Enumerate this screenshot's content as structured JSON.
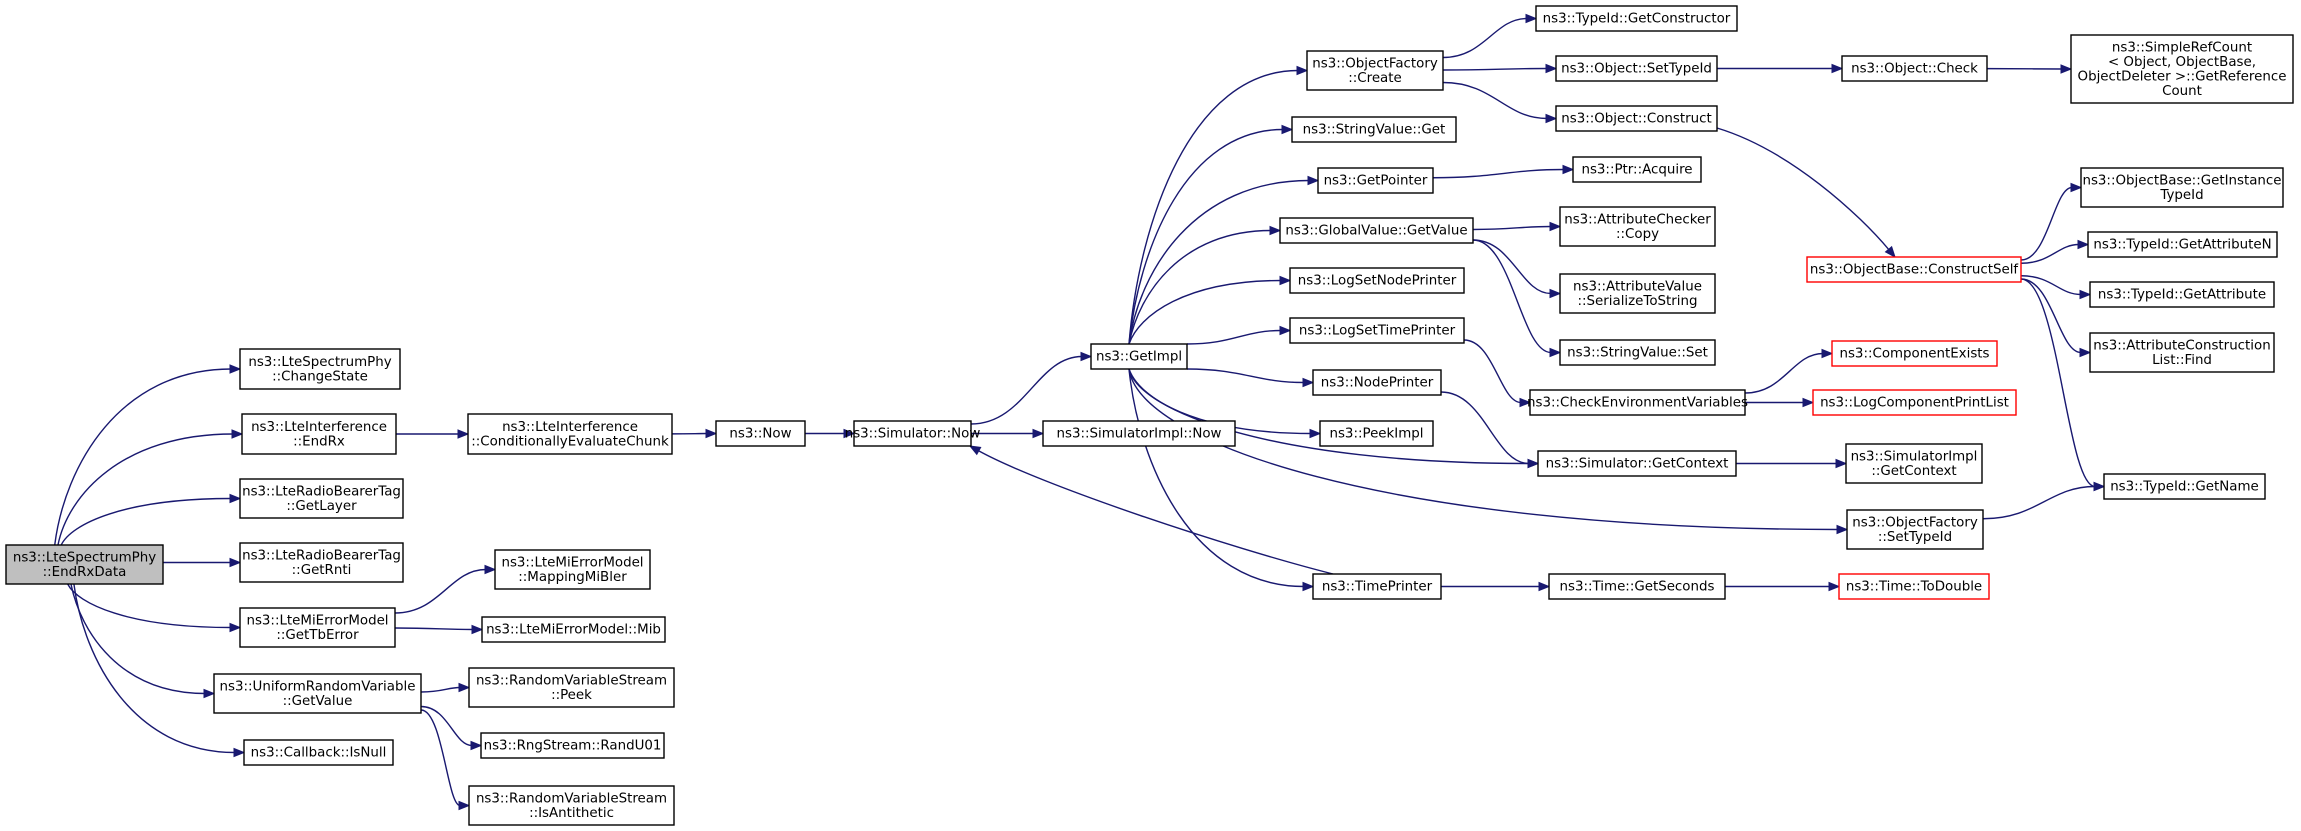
{
  "graph": {
    "colors": {
      "edge": "#191970",
      "node_border": "#000000",
      "truncated_border": "#ff0000",
      "root_fill": "#bfbfbf"
    },
    "nodes": [
      {
        "id": "root",
        "lines": [
          "ns3::LteSpectrumPhy",
          "::EndRxData"
        ],
        "root": true
      },
      {
        "id": "changestate",
        "lines": [
          "ns3::LteSpectrumPhy",
          "::ChangeState"
        ]
      },
      {
        "id": "endrx",
        "lines": [
          "ns3::LteInterference",
          "::EndRx"
        ]
      },
      {
        "id": "getlayer",
        "lines": [
          "ns3::LteRadioBearerTag",
          "::GetLayer"
        ]
      },
      {
        "id": "getrnti",
        "lines": [
          "ns3::LteRadioBearerTag",
          "::GetRnti"
        ]
      },
      {
        "id": "gettberror",
        "lines": [
          "ns3::LteMiErrorModel",
          "::GetTbError"
        ]
      },
      {
        "id": "urvgetvalue",
        "lines": [
          "ns3::UniformRandomVariable",
          "::GetValue"
        ]
      },
      {
        "id": "isnull",
        "lines": [
          "ns3::Callback::IsNull"
        ]
      },
      {
        "id": "condeval",
        "lines": [
          "ns3::LteInterference",
          "::ConditionallyEvaluateChunk"
        ]
      },
      {
        "id": "mappingmibler",
        "lines": [
          "ns3::LteMiErrorModel",
          "::MappingMiBler"
        ]
      },
      {
        "id": "mib",
        "lines": [
          "ns3::LteMiErrorModel::Mib"
        ]
      },
      {
        "id": "peek",
        "lines": [
          "ns3::RandomVariableStream",
          "::Peek"
        ]
      },
      {
        "id": "randu01",
        "lines": [
          "ns3::RngStream::RandU01"
        ]
      },
      {
        "id": "isantithetic",
        "lines": [
          "ns3::RandomVariableStream",
          "::IsAntithetic"
        ]
      },
      {
        "id": "now",
        "lines": [
          "ns3::Now"
        ]
      },
      {
        "id": "simnow",
        "lines": [
          "ns3::Simulator::Now"
        ]
      },
      {
        "id": "simimplnow",
        "lines": [
          "ns3::SimulatorImpl::Now"
        ]
      },
      {
        "id": "getimpl",
        "lines": [
          "ns3::GetImpl"
        ]
      },
      {
        "id": "ofcreate",
        "lines": [
          "ns3::ObjectFactory",
          "::Create"
        ]
      },
      {
        "id": "stringvalueget",
        "lines": [
          "ns3::StringValue::Get"
        ]
      },
      {
        "id": "getpointer",
        "lines": [
          "ns3::GetPointer"
        ]
      },
      {
        "id": "gvgetvalue",
        "lines": [
          "ns3::GlobalValue::GetValue"
        ]
      },
      {
        "id": "logsetnodeprinter",
        "lines": [
          "ns3::LogSetNodePrinter"
        ]
      },
      {
        "id": "logsettimeprinter",
        "lines": [
          "ns3::LogSetTimePrinter"
        ]
      },
      {
        "id": "nodeprinter",
        "lines": [
          "ns3::NodePrinter"
        ]
      },
      {
        "id": "peekimpl",
        "lines": [
          "ns3::PeekImpl"
        ]
      },
      {
        "id": "timeprinter",
        "lines": [
          "ns3::TimePrinter"
        ]
      },
      {
        "id": "getconstructor",
        "lines": [
          "ns3::TypeId::GetConstructor"
        ]
      },
      {
        "id": "settypeid",
        "lines": [
          "ns3::Object::SetTypeId"
        ]
      },
      {
        "id": "construct",
        "lines": [
          "ns3::Object::Construct"
        ]
      },
      {
        "id": "ptracquire",
        "lines": [
          "ns3::Ptr::Acquire"
        ]
      },
      {
        "id": "accopy",
        "lines": [
          "ns3::AttributeChecker",
          "::Copy"
        ]
      },
      {
        "id": "avserialize",
        "lines": [
          "ns3::AttributeValue",
          "::SerializeToString"
        ]
      },
      {
        "id": "stringvalueset",
        "lines": [
          "ns3::StringValue::Set"
        ]
      },
      {
        "id": "checkenv",
        "lines": [
          "ns3::CheckEnvironmentVariables"
        ]
      },
      {
        "id": "simgetcontext",
        "lines": [
          "ns3::Simulator::GetContext"
        ]
      },
      {
        "id": "ofsettypeid",
        "lines": [
          "ns3::ObjectFactory",
          "::SetTypeId"
        ]
      },
      {
        "id": "timegetseconds",
        "lines": [
          "ns3::Time::GetSeconds"
        ]
      },
      {
        "id": "objectcheck",
        "lines": [
          "ns3::Object::Check"
        ]
      },
      {
        "id": "constructself",
        "lines": [
          "ns3::ObjectBase::ConstructSelf"
        ],
        "truncated": true
      },
      {
        "id": "componentexists",
        "lines": [
          "ns3::ComponentExists"
        ],
        "truncated": true
      },
      {
        "id": "logcomponentprintlist",
        "lines": [
          "ns3::LogComponentPrintList"
        ],
        "truncated": true
      },
      {
        "id": "simimplgetcontext",
        "lines": [
          "ns3::SimulatorImpl",
          "::GetContext"
        ]
      },
      {
        "id": "timetodouble",
        "lines": [
          "ns3::Time::ToDouble"
        ],
        "truncated": true
      },
      {
        "id": "getreferencecount",
        "lines": [
          "ns3::SimpleRefCount",
          "< Object, ObjectBase,",
          " ObjectDeleter >::GetReference",
          "Count"
        ]
      },
      {
        "id": "getinstancetypeid",
        "lines": [
          "ns3::ObjectBase::GetInstance",
          "TypeId"
        ]
      },
      {
        "id": "getattributen",
        "lines": [
          "ns3::TypeId::GetAttributeN"
        ]
      },
      {
        "id": "getattribute",
        "lines": [
          "ns3::TypeId::GetAttribute"
        ]
      },
      {
        "id": "acfind",
        "lines": [
          "ns3::AttributeConstruction",
          "List::Find"
        ]
      },
      {
        "id": "typeidgetname",
        "lines": [
          "ns3::TypeId::GetName"
        ]
      }
    ],
    "edges": [
      [
        "root",
        "changestate"
      ],
      [
        "root",
        "endrx"
      ],
      [
        "root",
        "getlayer"
      ],
      [
        "root",
        "getrnti"
      ],
      [
        "root",
        "gettberror"
      ],
      [
        "root",
        "urvgetvalue"
      ],
      [
        "root",
        "isnull"
      ],
      [
        "endrx",
        "condeval"
      ],
      [
        "condeval",
        "now"
      ],
      [
        "now",
        "simnow"
      ],
      [
        "simnow",
        "getimpl"
      ],
      [
        "simnow",
        "simimplnow"
      ],
      [
        "gettberror",
        "mappingmibler"
      ],
      [
        "gettberror",
        "mib"
      ],
      [
        "urvgetvalue",
        "peek"
      ],
      [
        "urvgetvalue",
        "randu01"
      ],
      [
        "urvgetvalue",
        "isantithetic"
      ],
      [
        "getimpl",
        "ofcreate"
      ],
      [
        "getimpl",
        "stringvalueget"
      ],
      [
        "getimpl",
        "getpointer"
      ],
      [
        "getimpl",
        "gvgetvalue"
      ],
      [
        "getimpl",
        "logsetnodeprinter"
      ],
      [
        "getimpl",
        "logsettimeprinter"
      ],
      [
        "getimpl",
        "nodeprinter"
      ],
      [
        "getimpl",
        "peekimpl"
      ],
      [
        "getimpl",
        "timeprinter"
      ],
      [
        "getimpl",
        "simgetcontext"
      ],
      [
        "getimpl",
        "ofsettypeid"
      ],
      [
        "ofcreate",
        "getconstructor"
      ],
      [
        "ofcreate",
        "settypeid"
      ],
      [
        "ofcreate",
        "construct"
      ],
      [
        "settypeid",
        "objectcheck"
      ],
      [
        "objectcheck",
        "getreferencecount"
      ],
      [
        "construct",
        "constructself"
      ],
      [
        "getpointer",
        "ptracquire"
      ],
      [
        "gvgetvalue",
        "accopy"
      ],
      [
        "gvgetvalue",
        "avserialize"
      ],
      [
        "gvgetvalue",
        "stringvalueset"
      ],
      [
        "logsettimeprinter",
        "checkenv"
      ],
      [
        "nodeprinter",
        "simgetcontext"
      ],
      [
        "checkenv",
        "componentexists"
      ],
      [
        "checkenv",
        "logcomponentprintlist"
      ],
      [
        "simgetcontext",
        "simimplgetcontext"
      ],
      [
        "ofsettypeid",
        "typeidgetname"
      ],
      [
        "timeprinter",
        "timegetseconds"
      ],
      [
        "timeprinter",
        "simnow"
      ],
      [
        "timegetseconds",
        "timetodouble"
      ],
      [
        "constructself",
        "getinstancetypeid"
      ],
      [
        "constructself",
        "getattributen"
      ],
      [
        "constructself",
        "getattribute"
      ],
      [
        "constructself",
        "acfind"
      ],
      [
        "constructself",
        "typeidgetname"
      ]
    ]
  }
}
